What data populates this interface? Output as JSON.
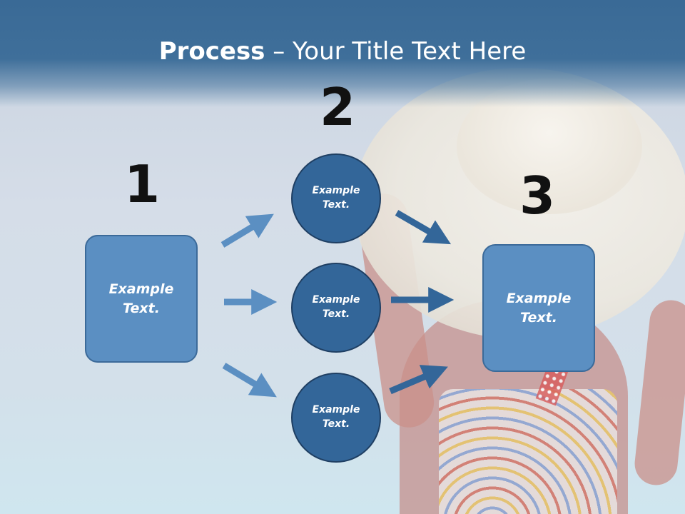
{
  "header": {
    "title_bold": "Process",
    "title_rest": " – Your Title Text Here"
  },
  "steps": {
    "one": "1",
    "two": "2",
    "three": "3"
  },
  "left_box": {
    "label": "Example Text."
  },
  "circles": [
    {
      "label": "Example Text."
    },
    {
      "label": "Example Text."
    },
    {
      "label": "Example Text."
    }
  ],
  "right_box": {
    "label": "Example Text."
  },
  "colors": {
    "header": "#3f6f9a",
    "box_fill": "#5b8fc2",
    "circle_fill": "#336699",
    "arrow_light": "#5b8fc2",
    "arrow_dark": "#336699"
  }
}
